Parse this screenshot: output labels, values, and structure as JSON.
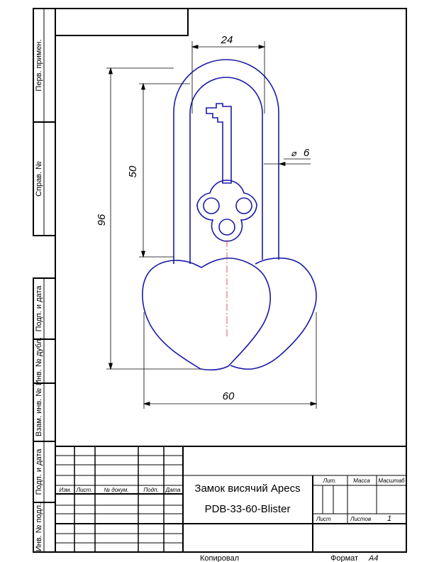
{
  "side_columns": {
    "top": [
      "Перв. примен.",
      "Справ. №"
    ],
    "bottom": [
      "Подп. и дата",
      "Инв. № дубл.",
      "Взам. инв. №",
      "Подп. и дата",
      "Инв. № подл."
    ]
  },
  "dimensions": {
    "width_24": "24",
    "height_50": "50",
    "height_96": "96",
    "width_60": "60",
    "diameter_6": "6",
    "diameter_symbol": "⌀"
  },
  "title_block": {
    "headers": {
      "izm": "Изм.",
      "list": "Лист.",
      "doc": "№ докум.",
      "sign": "Подп.",
      "date": "Дата"
    },
    "title_line1": "Замок висячий Apecs",
    "title_line2": "PDB-33-60-Blister",
    "lit": "Лит.",
    "mass": "Масса",
    "scale": "Масштаб",
    "sheet": "Лист",
    "sheets": "Листов",
    "sheets_value": "1"
  },
  "footer": {
    "copied": "Копировал",
    "format_label": "Формат",
    "format_value": "A4"
  },
  "colors": {
    "frame": "#000000",
    "drawing": "#1a1aa6",
    "centerline": "#d23030"
  }
}
